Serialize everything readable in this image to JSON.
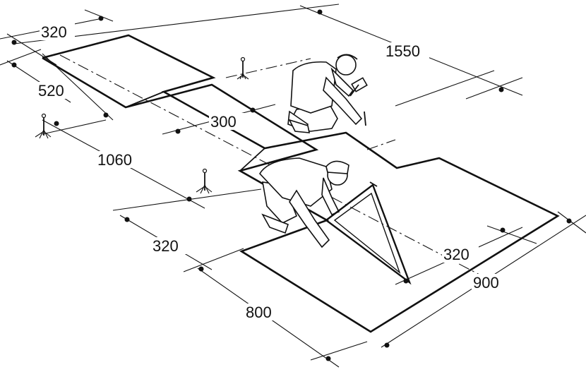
{
  "dimensions": {
    "d320_top": "320",
    "d520": "520",
    "d1060": "1060",
    "d300": "300",
    "d1550": "1550",
    "d320_left": "320",
    "d800": "800",
    "d320_right": "320",
    "d900": "900"
  },
  "colors": {
    "ink": "#111111",
    "paper": "#ffffff"
  },
  "figures": [
    "worker-marking-with-hammer",
    "worker-placing-frame"
  ],
  "objects": [
    "survey-stake",
    "triangular-frame",
    "hammer"
  ]
}
